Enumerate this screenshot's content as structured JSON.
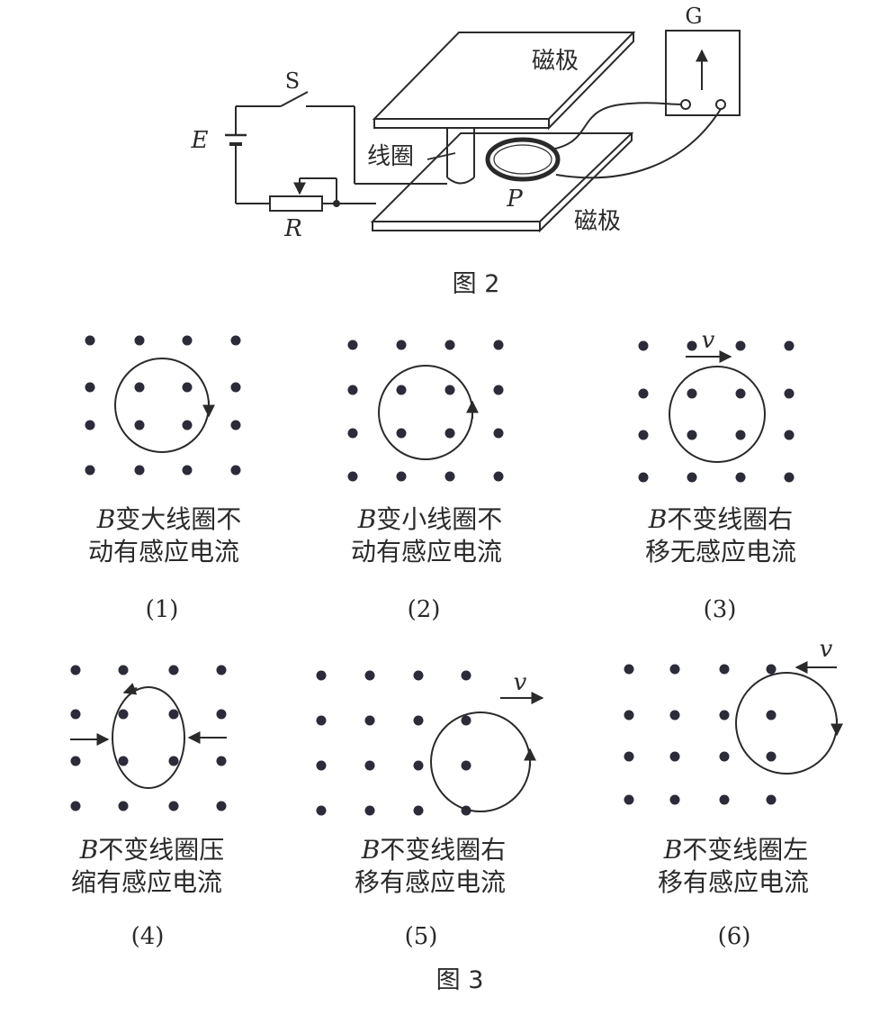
{
  "figure2": {
    "label_G": "G",
    "label_S": "S",
    "label_E": "E",
    "label_R": "R",
    "label_P": "P",
    "label_pole_top": "磁极",
    "label_pole_bottom": "磁极",
    "label_coil": "线圈",
    "caption": "图 2"
  },
  "figure3": {
    "caption": "图 3",
    "velocity_symbol": "v",
    "panels": [
      {
        "number": "(1)",
        "line1_var": "B",
        "line1": "变大线圈不",
        "line2": "动有感应电流",
        "arrow": "clockwise"
      },
      {
        "number": "(2)",
        "line1_var": "B",
        "line1": "变小线圈不",
        "line2": "动有感应电流",
        "arrow": "counterclockwise"
      },
      {
        "number": "(3)",
        "line1_var": "B",
        "line1": "不变线圈右",
        "line2": "移无感应电流",
        "arrow": "none"
      },
      {
        "number": "(4)",
        "line1_var": "B",
        "line1": "不变线圈压",
        "line2": "缩有感应电流",
        "arrow": "counterclockwise"
      },
      {
        "number": "(5)",
        "line1_var": "B",
        "line1": "不变线圈右",
        "line2": "移有感应电流",
        "arrow": "counterclockwise"
      },
      {
        "number": "(6)",
        "line1_var": "B",
        "line1": "不变线圈左",
        "line2": "移有感应电流",
        "arrow": "clockwise"
      }
    ]
  },
  "colors": {
    "ink": "#2a2a2a",
    "dot": "#2b2b3a",
    "background": "#ffffff"
  }
}
